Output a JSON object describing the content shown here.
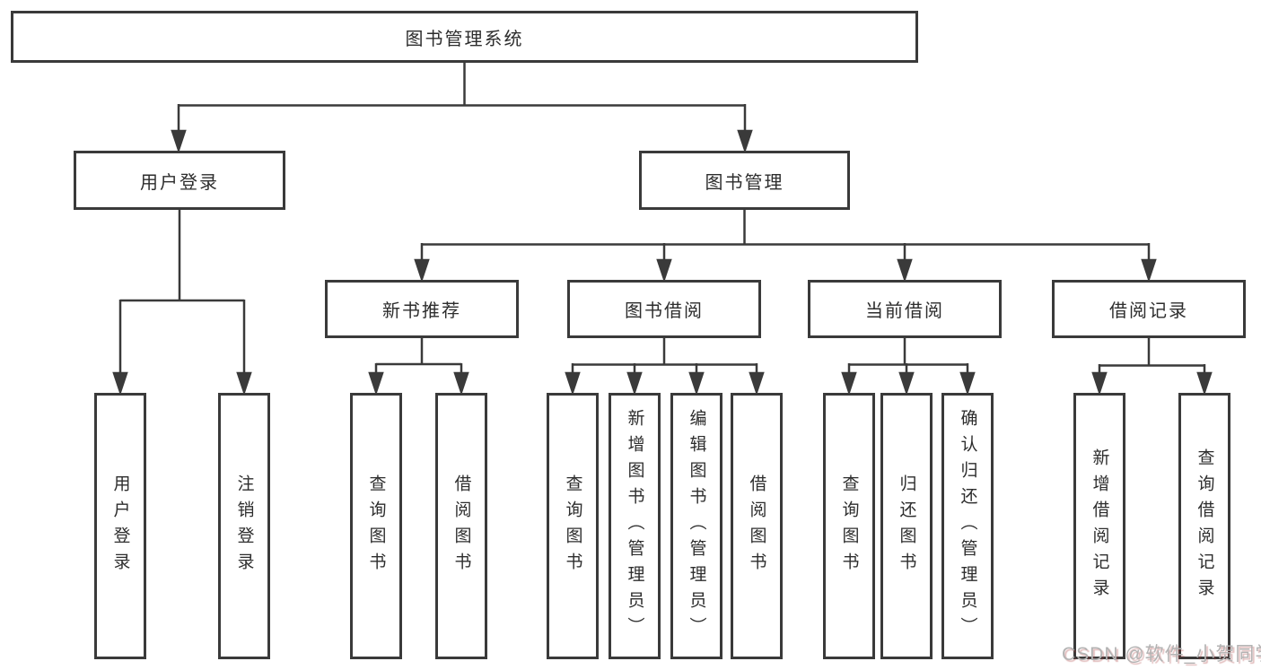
{
  "diagram": {
    "title": "图书管理系统",
    "root": {
      "label": "图书管理系统"
    },
    "level2": [
      {
        "label": "用户登录"
      },
      {
        "label": "图书管理"
      }
    ],
    "level3": [
      {
        "label": "新书推荐"
      },
      {
        "label": "图书借阅"
      },
      {
        "label": "当前借阅"
      },
      {
        "label": "借阅记录"
      }
    ],
    "leaves": {
      "user_login": [
        "用户登录",
        "注销登录"
      ],
      "new_books": [
        "查询图书",
        "借阅图书"
      ],
      "book_borrow": [
        "查询图书",
        "新增图书（管理员）",
        "编辑图书（管理员）",
        "借阅图书"
      ],
      "current_borrow": [
        "查询图书",
        "归还图书",
        "确认归还（管理员）"
      ],
      "borrow_records": [
        "新增借阅记录",
        "查询借阅记录"
      ]
    }
  },
  "watermark": {
    "text": "CSDN @软件_小贺同学"
  },
  "colors": {
    "line": "#3a3a3a",
    "border": "#3a3a3a",
    "text": "#2d2d2d",
    "background": "#ffffff",
    "watermark": "#b3b3b3"
  }
}
